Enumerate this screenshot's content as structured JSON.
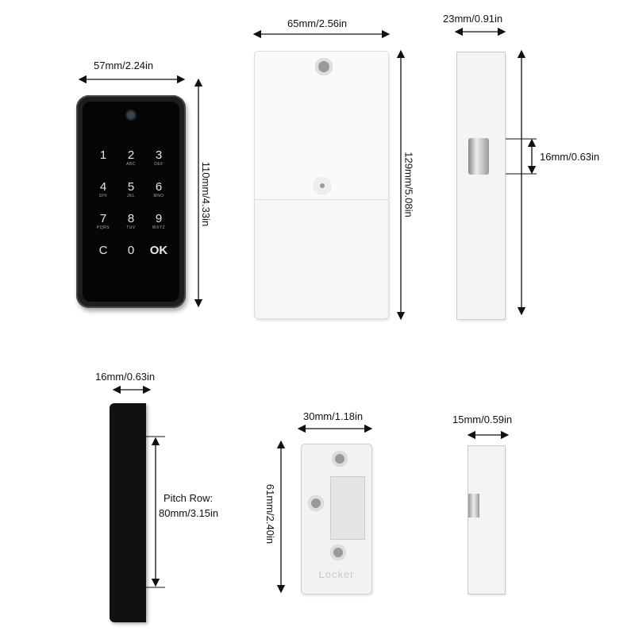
{
  "dimensions": {
    "keypad_width": "57mm/2.24in",
    "keypad_height": "110mm/4.33in",
    "plate_width": "65mm/2.56in",
    "plate_height": "129mm/5.08in",
    "side_depth": "23mm/0.91in",
    "latch_height": "16mm/0.63in",
    "panel_depth": "16mm/0.63in",
    "pitch_row_label": "Pitch Row:",
    "pitch_row_value": "80mm/3.15in",
    "strike_width": "30mm/1.18in",
    "strike_height": "61mm/2.40in",
    "small_side_depth": "15mm/0.59in"
  },
  "keypad": {
    "keys": [
      {
        "digit": "1",
        "sub": ""
      },
      {
        "digit": "2",
        "sub": "ABC"
      },
      {
        "digit": "3",
        "sub": "DEF"
      },
      {
        "digit": "4",
        "sub": "GHI"
      },
      {
        "digit": "5",
        "sub": "JKL"
      },
      {
        "digit": "6",
        "sub": "MNO"
      },
      {
        "digit": "7",
        "sub": "PQRS"
      },
      {
        "digit": "8",
        "sub": "TUV"
      },
      {
        "digit": "9",
        "sub": "WXYZ"
      },
      {
        "digit": "C",
        "sub": ""
      },
      {
        "digit": "0",
        "sub": ""
      },
      {
        "digit": "OK",
        "sub": ""
      }
    ]
  },
  "strike_plate": {
    "text": "Locker"
  }
}
